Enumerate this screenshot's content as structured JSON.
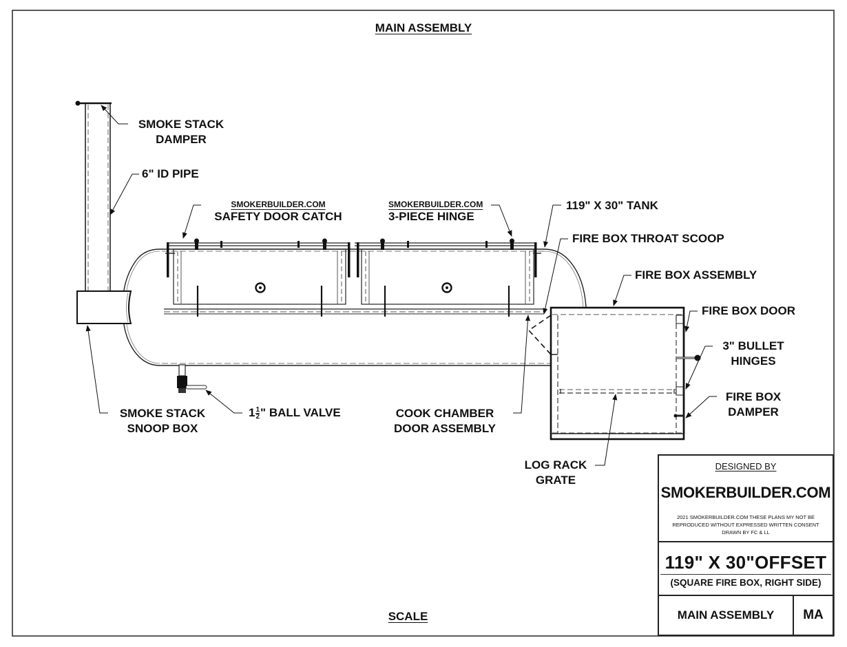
{
  "drawing": {
    "title": "MAIN ASSEMBLY",
    "scale_label": "SCALE"
  },
  "callouts": {
    "smoke_stack_damper": [
      "SMOKE STACK",
      "DAMPER"
    ],
    "id_pipe": "6\" ID PIPE",
    "safety_door_catch_brand": "SMOKERBUILDER.COM",
    "safety_door_catch": "SAFETY DOOR CATCH",
    "hinge_brand": "SMOKERBUILDER.COM",
    "hinge": "3-PIECE HINGE",
    "tank": "119\" X 30\" TANK",
    "throat_scoop": "FIRE BOX THROAT SCOOP",
    "fire_box_assembly": "FIRE BOX ASSEMBLY",
    "fire_box_door": "FIRE BOX DOOR",
    "bullet_hinges": [
      "3\" BULLET",
      "HINGES"
    ],
    "fire_box_damper": [
      "FIRE BOX",
      "DAMPER"
    ],
    "snoop_box": [
      "SMOKE STACK",
      "SNOOP BOX"
    ],
    "ball_valve": {
      "whole": "1",
      "numerator": "1",
      "denominator": "2",
      "rest": "\" BALL VALVE"
    },
    "cook_chamber_door": [
      "COOK CHAMBER",
      "DOOR ASSEMBLY"
    ],
    "log_rack": [
      "LOG RACK",
      "GRATE"
    ]
  },
  "title_block": {
    "designed_by": "DESIGNED BY",
    "company": "SMOKERBUILDER.COM",
    "notice_lines": [
      "2021 SMOKERBUILDER.COM THESE PLANS MY NOT BE",
      "REPRODUCED WITHOUT EXPRESSED WRITTEN CONSENT",
      "DRAWN BY FC & LL"
    ],
    "model_title": "119\" X 30\"OFFSET",
    "model_subtitle": "(SQUARE FIRE BOX, RIGHT SIDE)",
    "sheet_name": "MAIN ASSEMBLY",
    "sheet_code": "MA"
  }
}
